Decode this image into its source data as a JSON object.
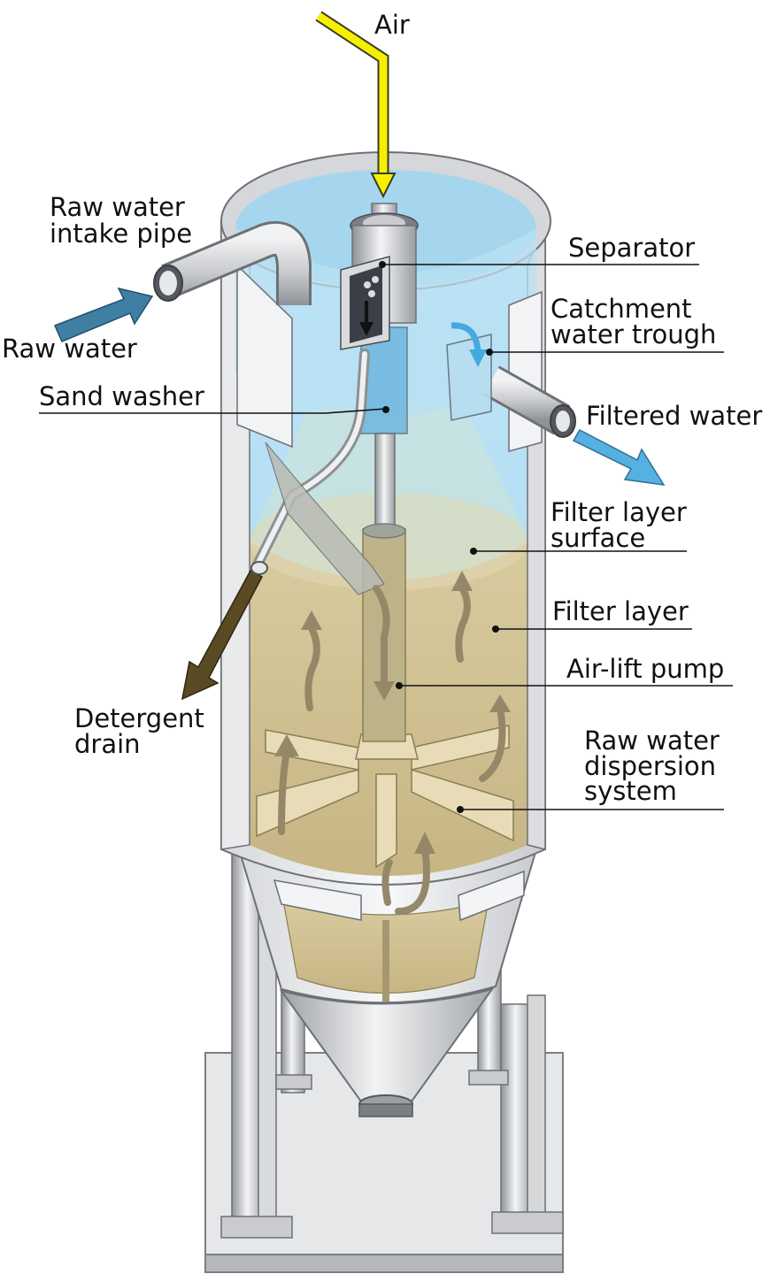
{
  "diagram": {
    "labels": {
      "air": "Air",
      "raw_water_intake_1": "Raw water",
      "raw_water_intake_2": "intake pipe",
      "raw_water": "Raw water",
      "sand_washer": "Sand washer",
      "detergent_1": "Detergent",
      "detergent_2": "drain",
      "separator": "Separator",
      "catchment_1": "Catchment",
      "catchment_2": "water trough",
      "filtered_water": "Filtered water",
      "filter_surface_1": "Filter layer",
      "filter_surface_2": "surface",
      "filter_layer": "Filter layer",
      "air_lift": "Air-lift pump",
      "dispersion_1": "Raw water",
      "dispersion_2": "dispersion",
      "dispersion_3": "system"
    },
    "colors": {
      "air_arrow": "#f5f000",
      "water": "#9fd3ef",
      "filter_sand": "#cdbd8c",
      "steel": "#c6c8cb",
      "raw_water_arrow": "#3f7fa3",
      "filtered_arrow": "#55b1e2",
      "detergent_arrow": "#5a4a23"
    }
  }
}
